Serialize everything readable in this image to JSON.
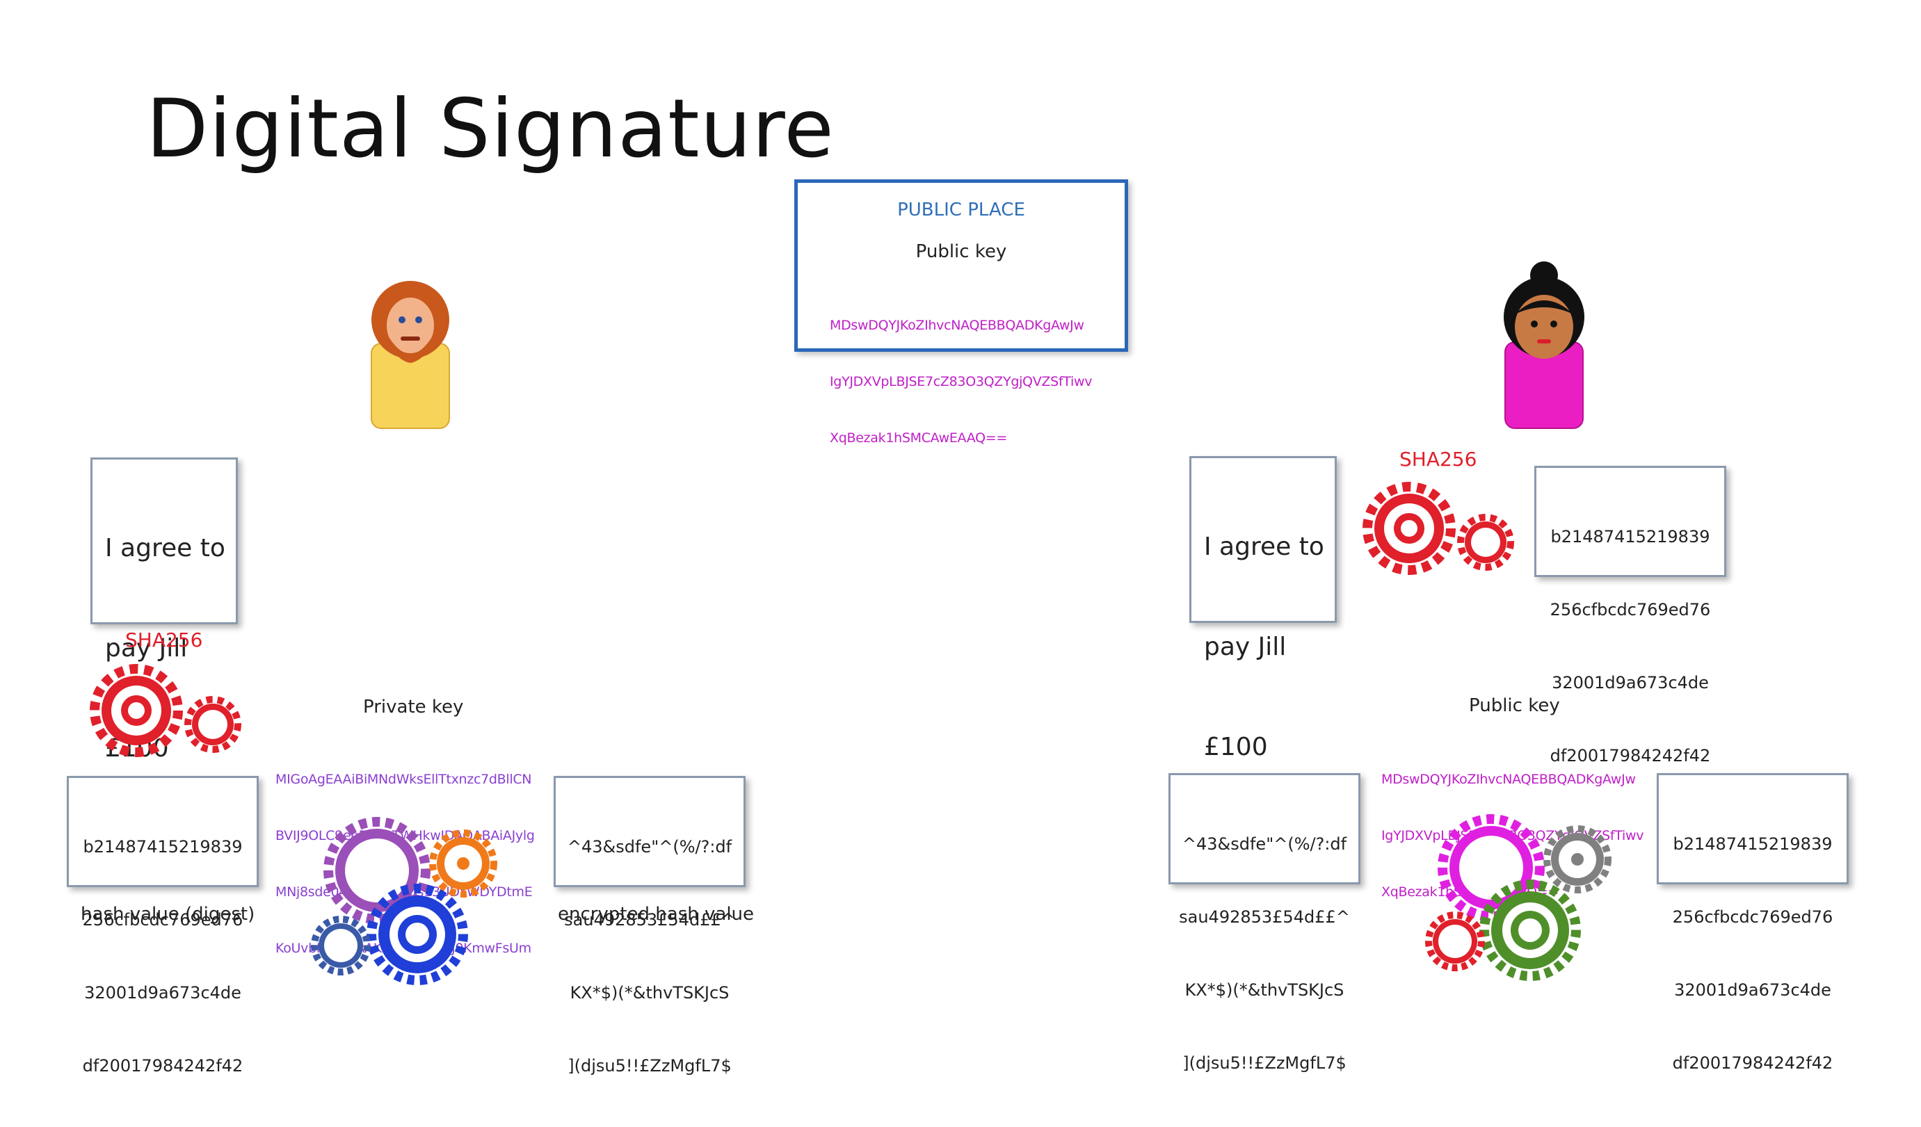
{
  "title": "Digital Signature",
  "public_place": {
    "heading": "PUBLIC PLACE",
    "label": "Public key",
    "key_lines": [
      "MDswDQYJKoZIhvcNAQEBBQADKgAwJw",
      "IgYJDXVpLBJSE7cZ83O3QZYgjQVZSfTiwv",
      "XqBezak1hSMCAwEAAQ=="
    ]
  },
  "sender": {
    "message": [
      "I agree to",
      "pay Jill",
      "£100"
    ],
    "hash_function": "SHA256",
    "hash_value": [
      "b21487415219839",
      "256cfbcdc769ed76",
      "32001d9a673c4de",
      "df20017984242f42"
    ],
    "hash_caption": "hash value (digest)",
    "private_key_label": "Private key",
    "private_key_lines": [
      "MIGoAgEAAiBiMNdWksEllTtxnzc7dBllCN",
      "BVIJ9OLC9eoF7NqTWHkwIDAQABAiAJylg",
      "MNj8sde04Wwbj06Obs13UDYWDYDtmE",
      "KoUvbNsUQIRAKnIN0x/0C+J0KmwFsUm"
    ],
    "encrypted_hash": [
      "^43&sdfe\"^(%/?:df",
      "sau492853£54d££^",
      "KX*$)(*&thvTSKJcS",
      "](djsu5!!£ZzMgfL7$"
    ],
    "encrypted_caption": "encrypted hash value"
  },
  "receiver": {
    "message": [
      "I agree to",
      "pay Jill",
      "£100"
    ],
    "hash_function": "SHA256",
    "hash_value": [
      "b21487415219839",
      "256cfbcdc769ed76",
      "32001d9a673c4de",
      "df20017984242f42"
    ],
    "public_key_label": "Public key",
    "public_key_lines": [
      "MDswDQYJKoZIhvcNAQEBBQADKgAwJw",
      "IgYJDXVpLBJSE7cZ83O3QZYgjQVZSfTiwv",
      "XqBezak1hSMCAwEAAQ=="
    ],
    "encrypted_hash": [
      "^43&sdfe\"^(%/?:df",
      "sau492853£54d££^",
      "KX*$)(*&thvTSKJcS",
      "](djsu5!!£ZzMgfL7$"
    ],
    "decrypted_hash": [
      "b21487415219839",
      "256cfbcdc769ed76",
      "32001d9a673c4de",
      "df20017984242f42"
    ]
  },
  "colors": {
    "sha_red": "#e0202a",
    "public_box_border": "#2a67b8",
    "public_key_magenta": "#c020c8",
    "private_key_purple": "#8a3fd0",
    "gear_purple": "#9b4fb8",
    "gear_orange": "#f07a1a",
    "gear_blue": "#1f3fd8",
    "gear_steel": "#3a5aa8",
    "gear_magenta": "#e020e0",
    "gear_grey": "#808080",
    "gear_green": "#4f8f2a"
  }
}
